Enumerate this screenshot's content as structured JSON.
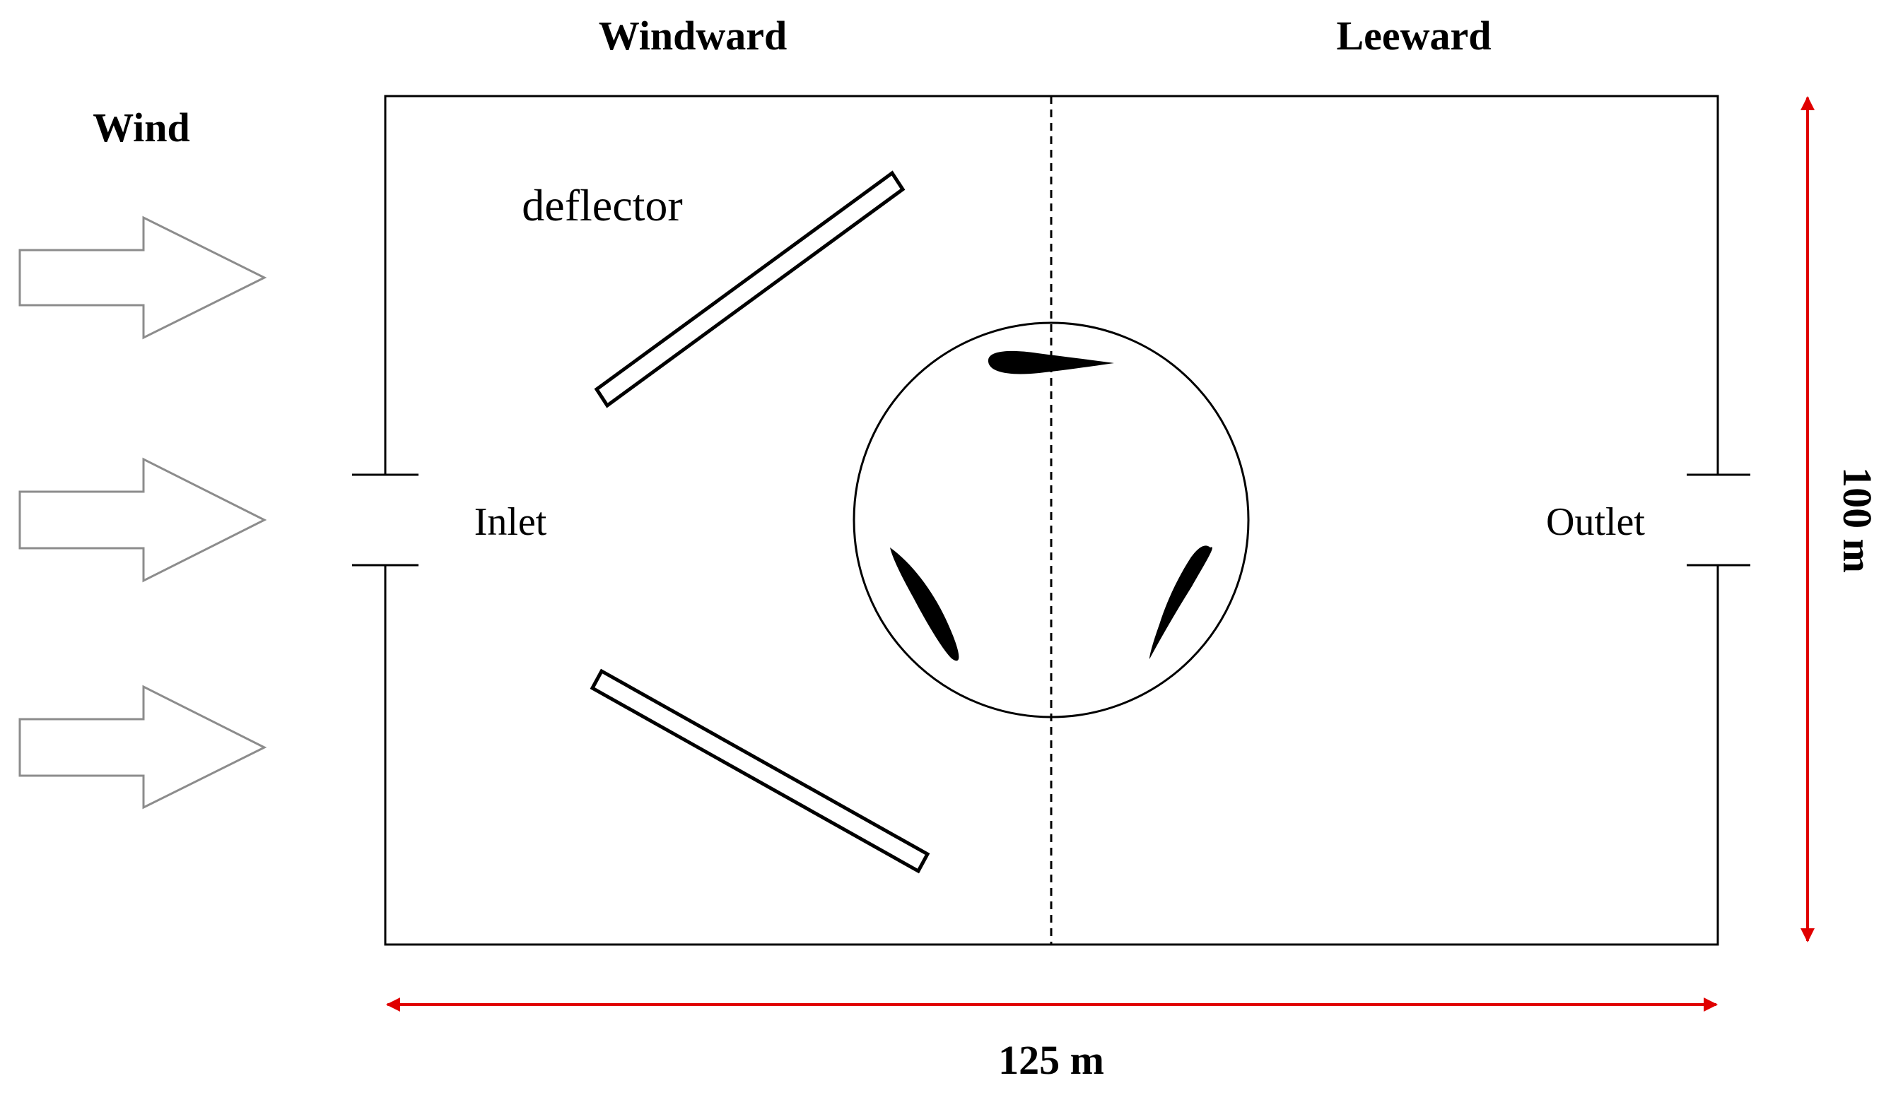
{
  "labels": {
    "windward": "Windward",
    "leeward": "Leeward",
    "wind": "Wind",
    "deflector": "deflector",
    "inlet": "Inlet",
    "outlet": "Outlet",
    "width": "125 m",
    "height": "100 m"
  },
  "colors": {
    "line": "#000000",
    "wind_arrow": "#8c8c8c",
    "dimension": "#e00000",
    "background": "#ffffff"
  },
  "icons": {
    "wind_arrows": [
      "right-arrow-icon",
      "right-arrow-icon",
      "right-arrow-icon"
    ],
    "blades": [
      "airfoil-blade",
      "airfoil-blade",
      "airfoil-blade"
    ]
  }
}
